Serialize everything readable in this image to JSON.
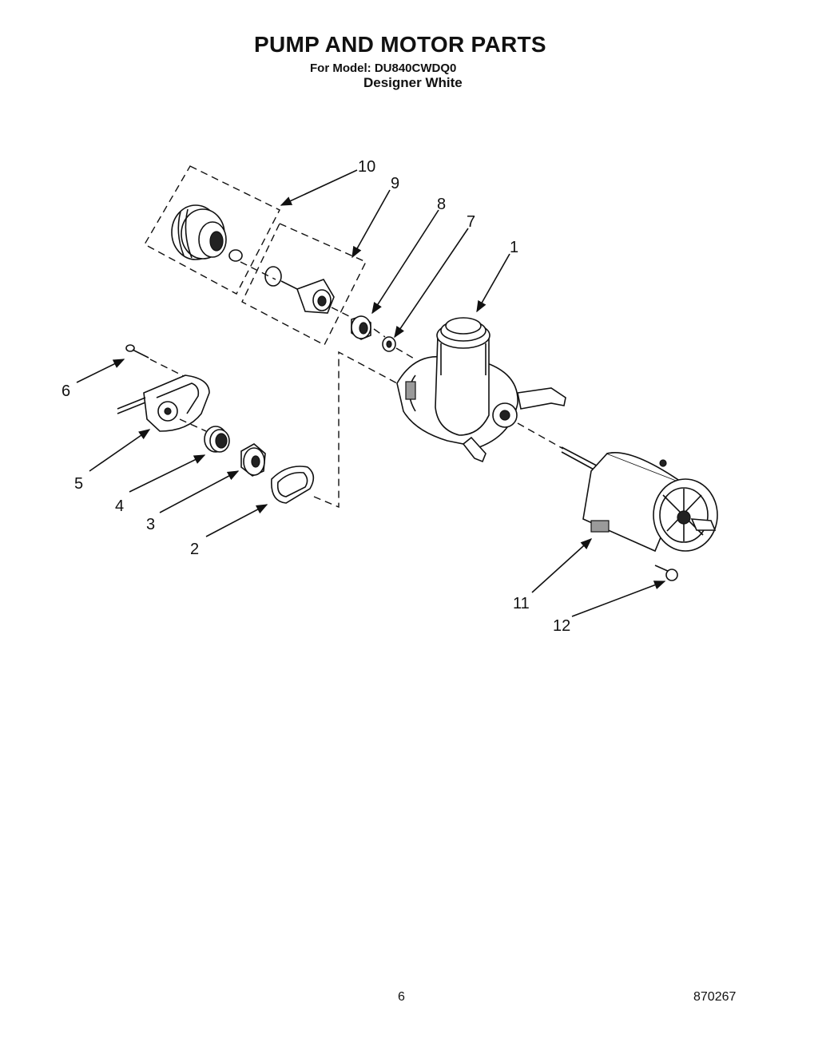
{
  "header": {
    "title": "PUMP AND MOTOR PARTS",
    "model_line": "For Model: DU840CWDQ0",
    "variant": "Designer White"
  },
  "callouts": [
    "1",
    "2",
    "3",
    "4",
    "5",
    "6",
    "7",
    "8",
    "9",
    "10",
    "11",
    "12"
  ],
  "footer": {
    "page_number": "6",
    "document_number": "870267"
  }
}
